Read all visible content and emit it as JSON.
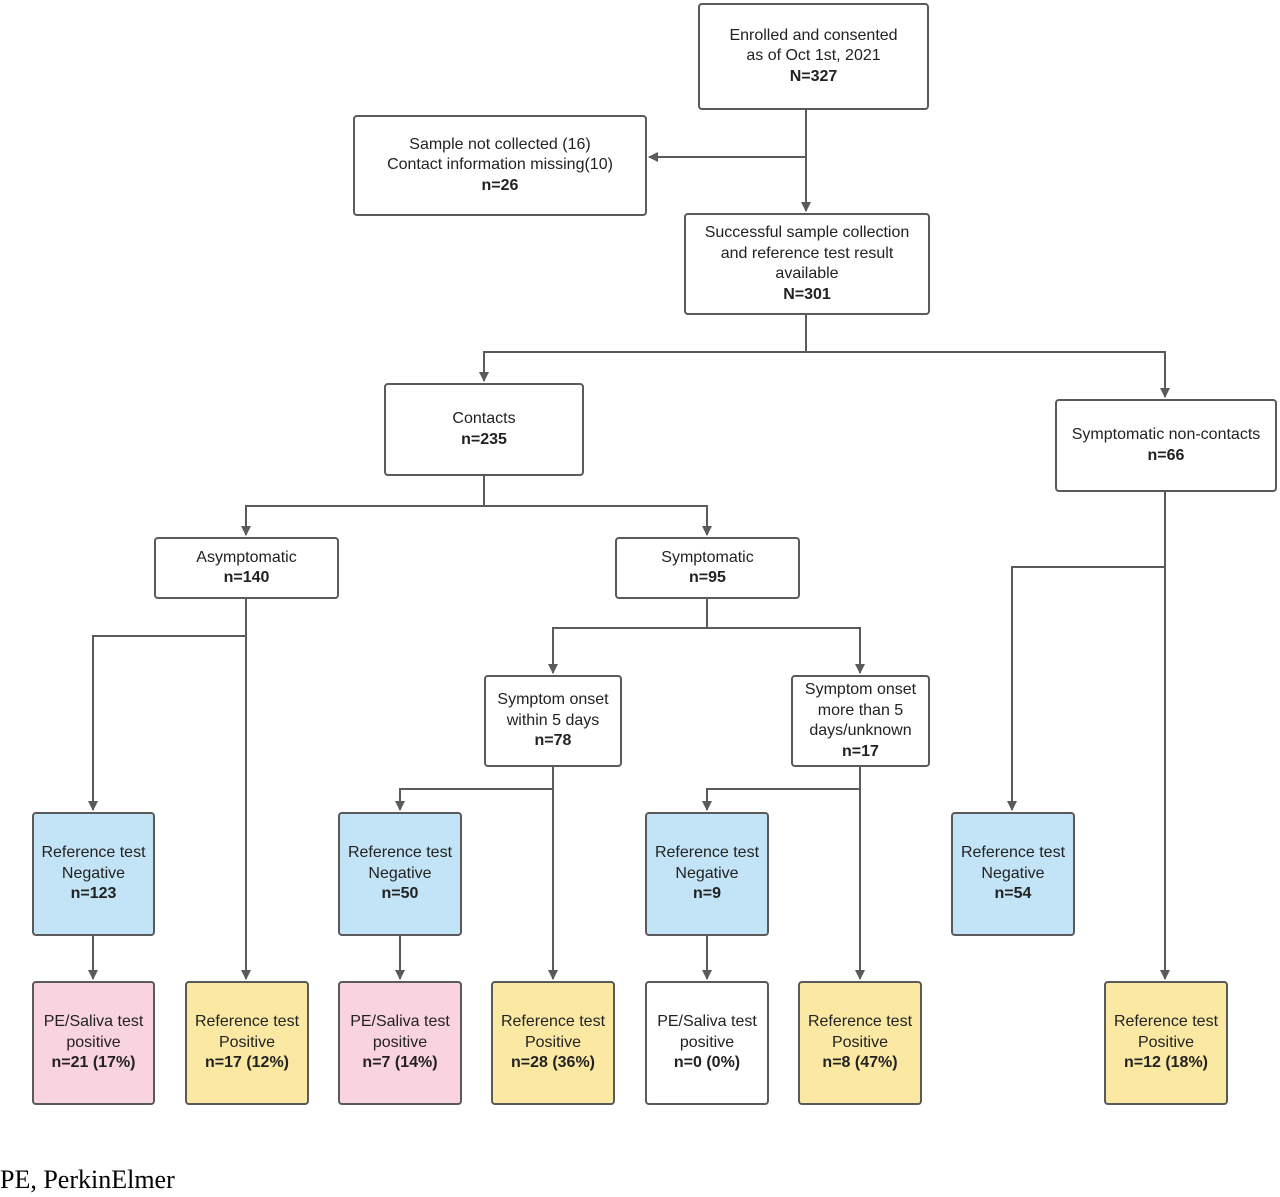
{
  "nodes": {
    "enrolled": {
      "l1": "Enrolled and consented",
      "l2": "as of Oct 1st, 2021",
      "n": "N=327"
    },
    "excluded": {
      "l1": "Sample not collected (16)",
      "l2": "Contact information missing(10)",
      "n": "n=26"
    },
    "successful": {
      "l1": "Successful sample collection",
      "l2": "and reference test result",
      "l3": "available",
      "n": "N=301"
    },
    "contacts": {
      "l1": "Contacts",
      "n": "n=235"
    },
    "symptomatic_noncontacts": {
      "l1": "Symptomatic non-contacts",
      "n": "n=66"
    },
    "asymptomatic": {
      "l1": "Asymptomatic",
      "n": "n=140"
    },
    "symptomatic": {
      "l1": "Symptomatic",
      "n": "n=95"
    },
    "onset_within5": {
      "l1": "Symptom onset",
      "l2": "within 5 days",
      "n": "n=78"
    },
    "onset_more5": {
      "l1": "Symptom onset",
      "l2": "more than 5",
      "l3": "days/unknown",
      "n": "n=17"
    },
    "ref_neg_asym": {
      "l1": "Reference test",
      "l2": "Negative",
      "n": "n=123"
    },
    "ref_neg_within5": {
      "l1": "Reference test",
      "l2": "Negative",
      "n": "n=50"
    },
    "ref_neg_more5": {
      "l1": "Reference test",
      "l2": "Negative",
      "n": "n=9"
    },
    "ref_neg_noncontact": {
      "l1": "Reference test",
      "l2": "Negative",
      "n": "n=54"
    },
    "pe_pos_asym": {
      "l1": "PE/Saliva test",
      "l2": "positive",
      "n": "n=21 (17%)"
    },
    "ref_pos_asym": {
      "l1": "Reference test",
      "l2": "Positive",
      "n": "n=17 (12%)"
    },
    "pe_pos_within5": {
      "l1": "PE/Saliva test",
      "l2": "positive",
      "n": "n=7 (14%)"
    },
    "ref_pos_within5": {
      "l1": "Reference test",
      "l2": "Positive",
      "n": "n=28 (36%)"
    },
    "pe_pos_more5": {
      "l1": "PE/Saliva test",
      "l2": "positive",
      "n": "n=0 (0%)"
    },
    "ref_pos_more5": {
      "l1": "Reference test",
      "l2": "Positive",
      "n": "n=8 (47%)"
    },
    "ref_pos_noncontact": {
      "l1": "Reference test",
      "l2": "Positive",
      "n": "n=12 (18%)"
    }
  },
  "footnote": "PE, PerkinElmer",
  "colors": {
    "reference_negative": "#c3e4f6",
    "pe_saliva_positive": "#f9d3df",
    "reference_positive": "#fbe9a3",
    "pe_saliva_zero": "#ffffff",
    "line": "#5a5a5a"
  }
}
